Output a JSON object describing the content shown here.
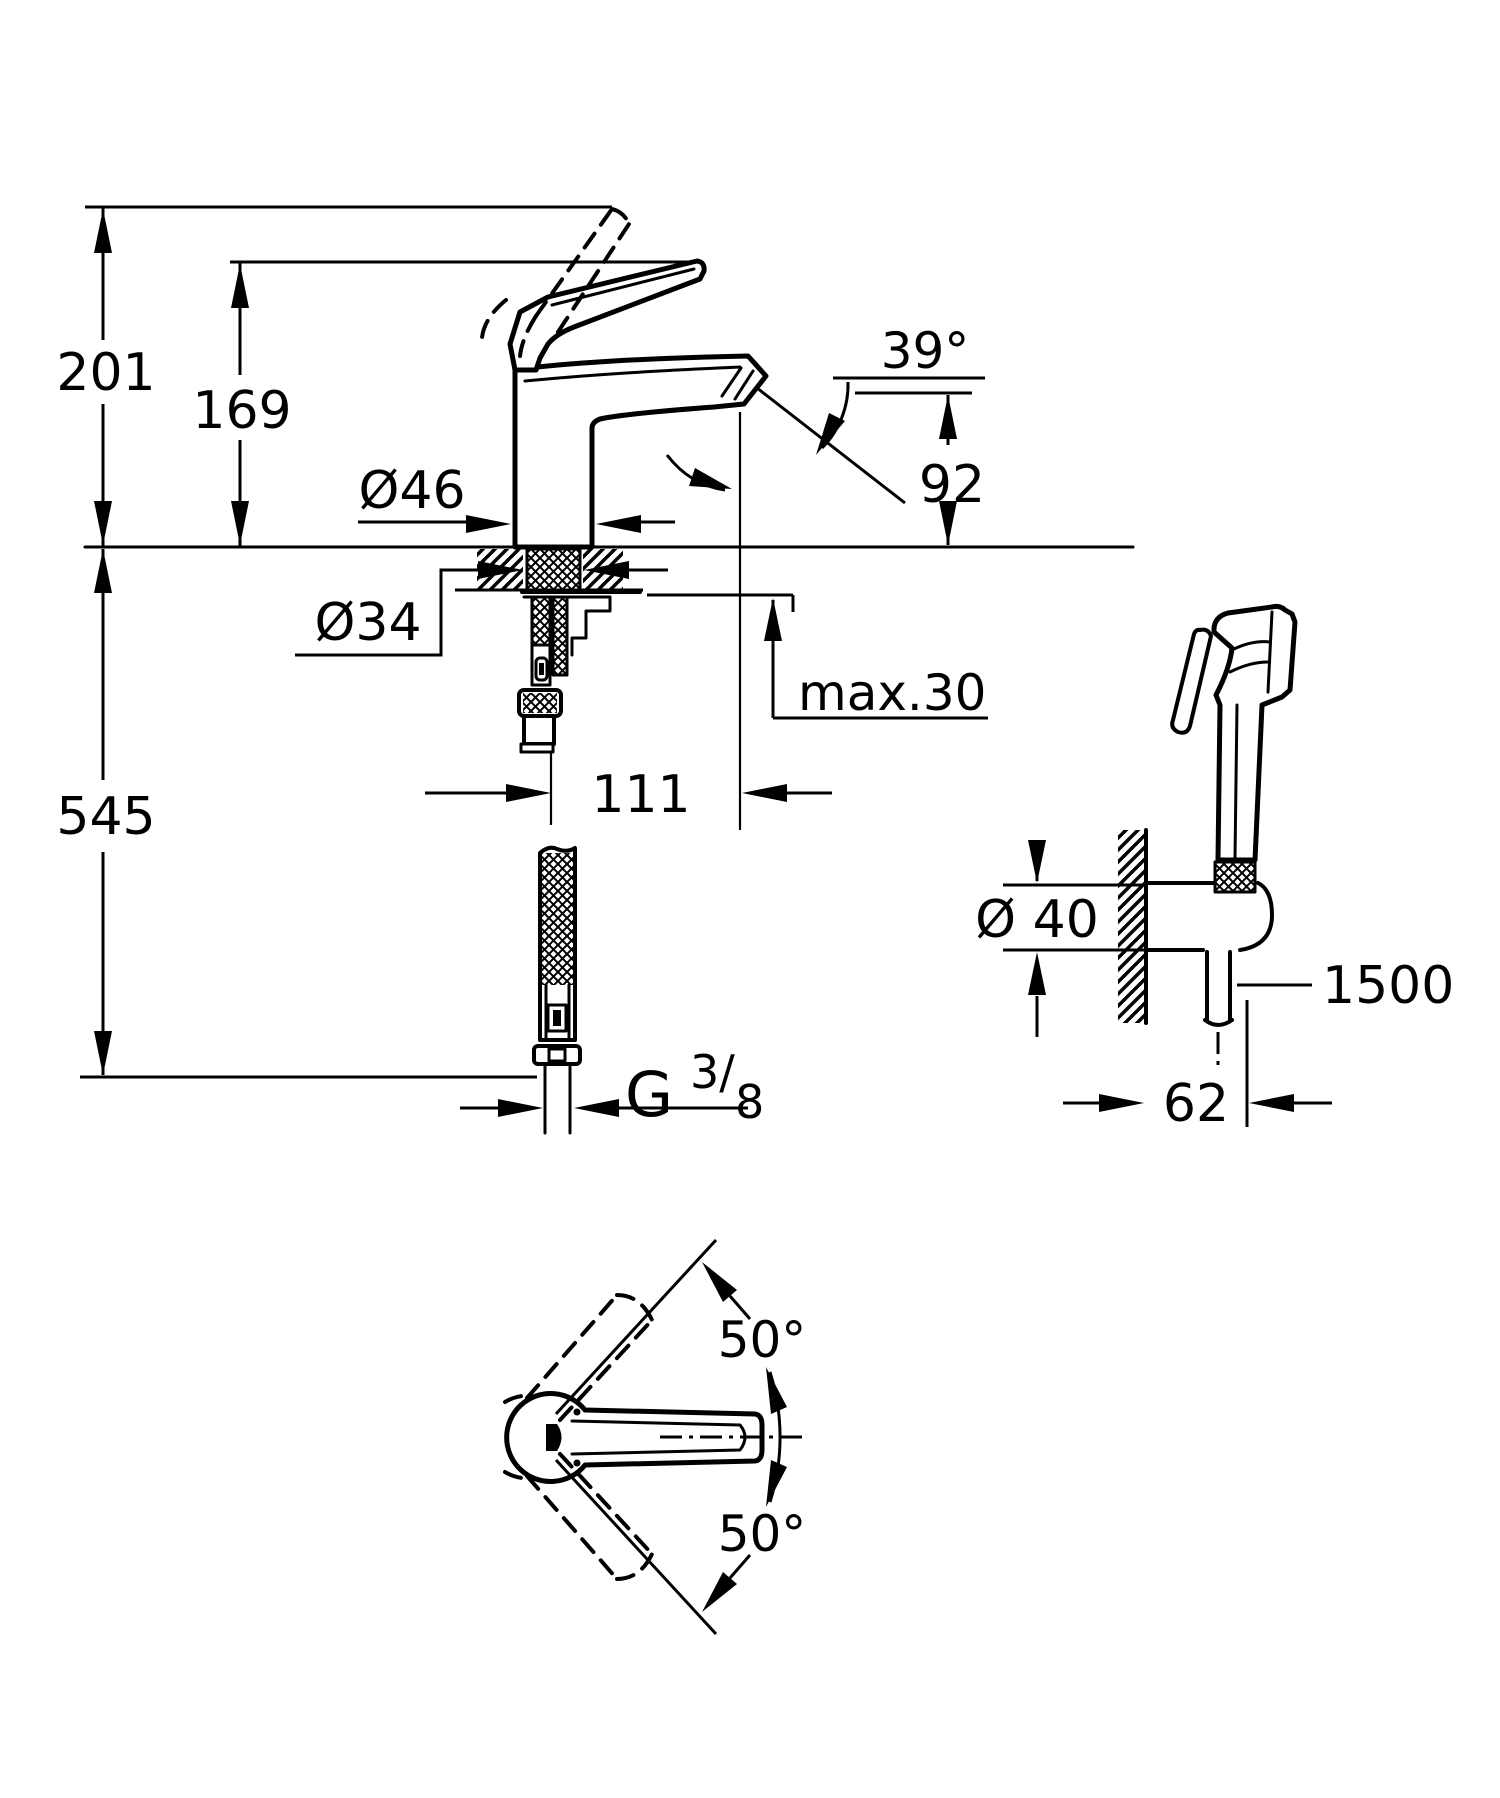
{
  "drawing": {
    "kind": "technical-dimension-drawing",
    "views": [
      "basin-mixer-side-view",
      "hand-spray-wall-holder-view",
      "handle-top-view"
    ]
  },
  "dimensions": {
    "total_height": "201",
    "spout_height": "169",
    "stream_angle": "39°",
    "spout_to_deck": "92",
    "base_diameter": "Ø46",
    "hole_diameter": "Ø34",
    "deck_max_thickness": "max.30",
    "spout_reach": "111",
    "supply_length": "545",
    "thread_prefix": "G",
    "thread_numerator": "3/",
    "thread_denominator": "8",
    "holder_diameter": "Ø 40",
    "hose_length": "1500",
    "holder_depth": "62",
    "handle_swing_up": "50°",
    "handle_swing_down": "50°"
  },
  "colors": {
    "line": "#000000",
    "background": "#ffffff"
  }
}
